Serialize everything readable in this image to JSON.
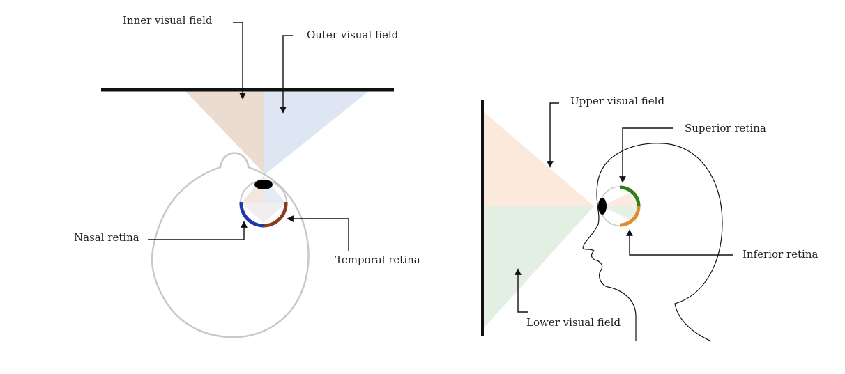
{
  "labels": {
    "inner_visual_field": "Inner visual field",
    "outer_visual_field": "Outer visual field",
    "nasal_retina": "Nasal retina",
    "temporal_retina": "Temporal retina",
    "upper_visual_field": "Upper visual field",
    "superior_retina": "Superior retina",
    "inferior_retina": "Inferior retina",
    "lower_visual_field": "Lower visual field"
  },
  "colors": {
    "inner_field": "#ecdcd0",
    "outer_field": "#dfe6f3",
    "upper_field": "#fbe9dc",
    "lower_field": "#e3efe3",
    "nasal_retina": "#1f3aa8",
    "temporal_retina": "#8b3a1e",
    "superior_retina": "#2e7d1e",
    "inferior_retina": "#e08a2a",
    "head_outline_top": "#c8c8c8",
    "head_outline_side": "#111111",
    "screen": "#111111"
  }
}
